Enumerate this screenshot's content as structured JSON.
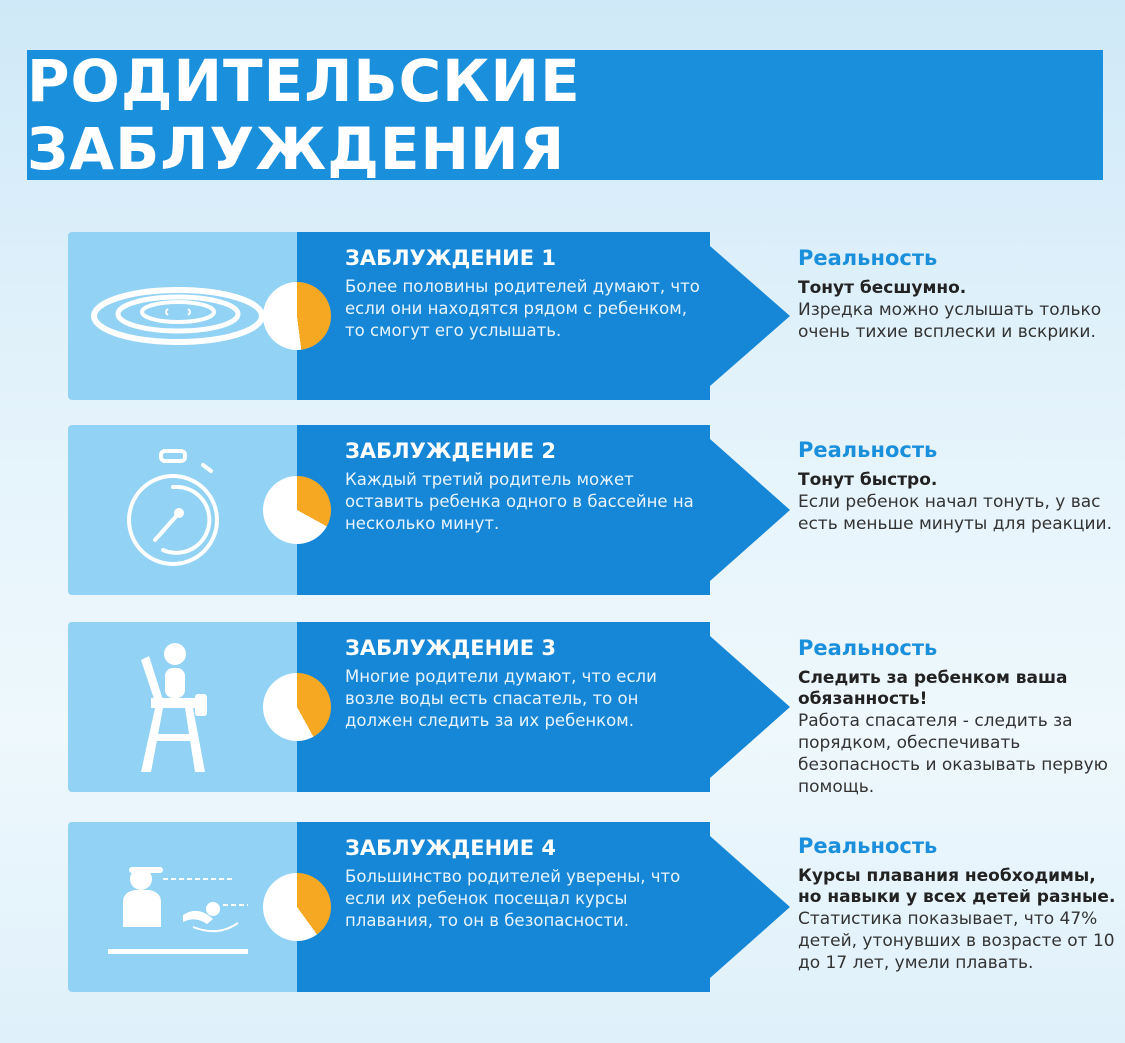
{
  "title": "РОДИТЕЛЬСКИЕ ЗАБЛУЖДЕНИЯ",
  "colors": {
    "banner": "#1a8fdb",
    "pie_accent": "#f7a823",
    "dark_panel": "#1686d6",
    "light_panel": "#92d2f4"
  },
  "items": [
    {
      "icon": "water-ripple-icon",
      "pie_fraction": 0.48,
      "heading": "ЗАБЛУЖДЕНИЕ 1",
      "text": "Более половины родителей думают, что если они находятся рядом с ребенком, то смогут его услышать.",
      "reality_label": "Реальность",
      "reality_bold": "Тонут бесшумно.",
      "reality_text": "Изредка можно услышать только очень тихие всплески и вскрики."
    },
    {
      "icon": "stopwatch-icon",
      "pie_fraction": 0.33,
      "heading": "ЗАБЛУЖДЕНИЕ 2",
      "text": "Каждый третий родитель может оставить ребенка одного в бассейне на несколько минут.",
      "reality_label": "Реальность",
      "reality_bold": "Тонут быстро.",
      "reality_text": "Если ребенок начал тонуть, у вас есть меньше минуты для реакции."
    },
    {
      "icon": "lifeguard-chair-icon",
      "pie_fraction": 0.42,
      "heading": "ЗАБЛУЖДЕНИЕ 3",
      "text": "Многие родители думают, что если возле воды есть спасатель, то он должен следить за их ребенком.",
      "reality_label": "Реальность",
      "reality_bold": "Следить за ребенком ваша обязанность!",
      "reality_text": "Работа спасателя - следить за порядком, обеспечивать безопасность и оказывать первую помощь."
    },
    {
      "icon": "swim-instructor-icon",
      "pie_fraction": 0.4,
      "heading": "ЗАБЛУЖДЕНИЕ 4",
      "text": "Большинство родителей уверены, что если их ребенок посещал курсы плавания, то он в безопасности.",
      "reality_label": "Реальность",
      "reality_bold": "Курсы плавания необходимы, но навыки у всех детей разные.",
      "reality_text": "Статистика показывает, что 47% детей, утонувших в возрасте от 10 до 17 лет, умели плавать."
    }
  ]
}
